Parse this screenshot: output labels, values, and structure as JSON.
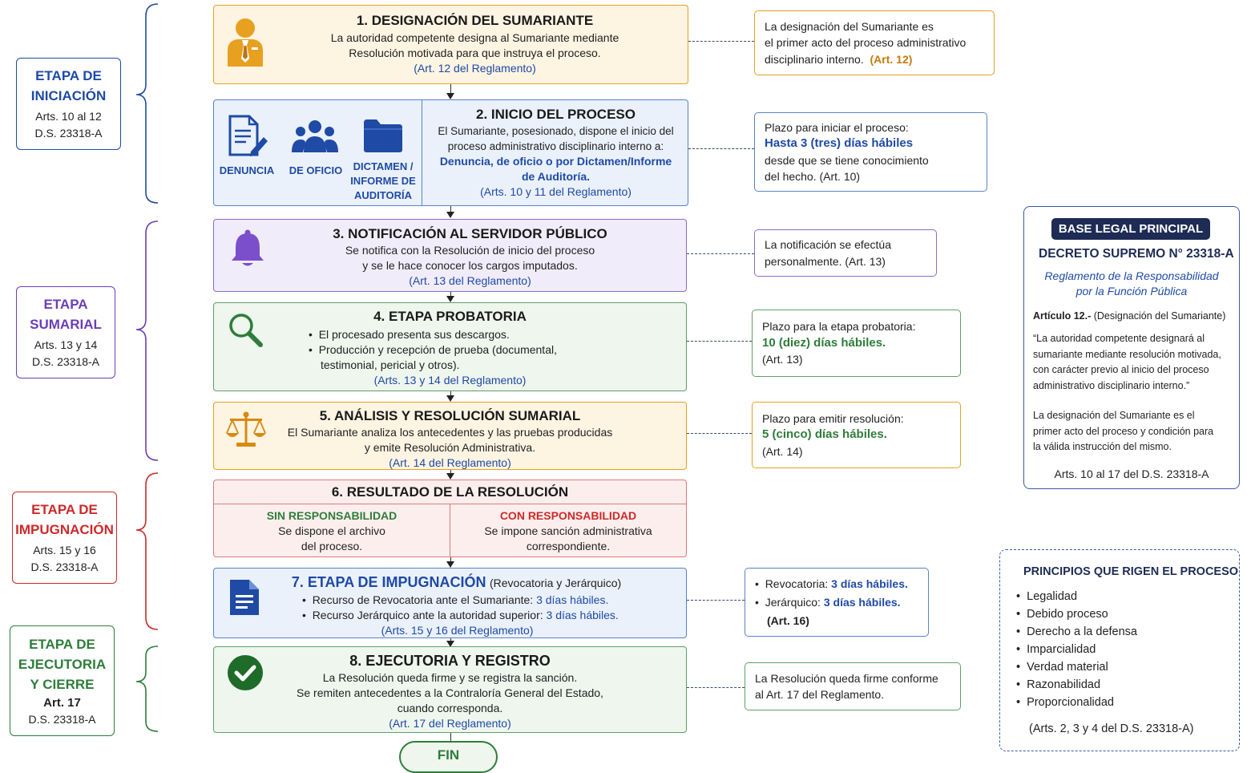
{
  "stages": [
    {
      "id": "iniciacion",
      "title1": "ETAPA DE",
      "title2": "INICIACIÓN",
      "ref1": "Arts. 10 al 12",
      "ref2": "D.S. 23318-A",
      "color": "#1f4aa5"
    },
    {
      "id": "sumarial",
      "title1": "ETAPA",
      "title2": "SUMARIAL",
      "ref1": "Arts. 13 y 14",
      "ref2": "D.S. 23318-A",
      "color": "#6a3fb5"
    },
    {
      "id": "impugnacion",
      "title1": "ETAPA DE",
      "title2": "IMPUGNACIÓN",
      "ref1": "Arts. 15 y 16",
      "ref2": "D.S. 23318-A",
      "color": "#cc2a2a"
    },
    {
      "id": "ejecutoria",
      "title1": "ETAPA DE",
      "title2": "EJECUTORIA",
      "title3": "Y CIERRE",
      "ref1": "Art. 17",
      "ref2": "D.S. 23318-A",
      "color": "#2e7d3a"
    }
  ],
  "steps": {
    "s1": {
      "title": "1. DESIGNACIÓN DEL SUMARIANTE",
      "line1": "La autoridad competente designa al Sumariante mediante",
      "line2": "Resolución motivada para que instruya el proceso.",
      "ref": "(Art. 12 del Reglamento)"
    },
    "s2": {
      "title": "2. INICIO DEL PROCESO",
      "line1": "El Sumariante, posesionado, dispone el inicio del",
      "line2": "proceso administrativo disciplinario interno a:",
      "hl1": "Denuncia, de oficio o por Dictamen/Informe",
      "hl2": "de Auditoría.",
      "ref": "(Arts. 10 y 11 del Reglamento)",
      "icon_labels": {
        "denuncia": "DENUNCIA",
        "oficio": "DE OFICIO",
        "dictamen1": "DICTAMEN /",
        "dictamen2": "INFORME DE",
        "dictamen3": "AUDITORÍA"
      }
    },
    "s3": {
      "title": "3. NOTIFICACIÓN AL SERVIDOR PÚBLICO",
      "line1": "Se notifica con la Resolución de inicio del proceso",
      "line2": "y se le hace conocer los cargos imputados.",
      "ref": "(Art. 13 del Reglamento)"
    },
    "s4": {
      "title": "4. ETAPA PROBATORIA",
      "bullet1": "El procesado presenta sus descargos.",
      "bullet2a": "Producción y recepción de prueba (documental,",
      "bullet2b": "testimonial, pericial y otros).",
      "ref": "(Arts. 13 y 14 del Reglamento)"
    },
    "s5": {
      "title": "5. ANÁLISIS Y RESOLUCIÓN SUMARIAL",
      "line1": "El Sumariante analiza los antecedentes y las pruebas producidas",
      "line2": "y emite Resolución Administrativa.",
      "ref": "(Art. 14 del Reglamento)"
    },
    "s6": {
      "title": "6. RESULTADO DE LA RESOLUCIÓN",
      "left_head": "SIN RESPONSABILIDAD",
      "left1": "Se dispone el archivo",
      "left2": "del proceso.",
      "right_head": "CON RESPONSABILIDAD",
      "right1": "Se impone sanción administrativa",
      "right2": "correspondiente."
    },
    "s7": {
      "title": "7. ETAPA DE IMPUGNACIÓN",
      "title_suffix": "(Revocatoria y Jerárquico)",
      "b1": "Recurso de Revocatoria ante el Sumariante:",
      "b1v": "3 días hábiles.",
      "b2": "Recurso Jerárquico ante la autoridad superior:",
      "b2v": "3 días hábiles.",
      "ref": "(Arts. 15 y 16 del Reglamento)"
    },
    "s8": {
      "title": "8. EJECUTORIA Y REGISTRO",
      "line1": "La Resolución queda firme y se registra la sanción.",
      "line2": "Se remiten antecedentes a la Contraloría General del Estado,",
      "line3": "cuando corresponda.",
      "ref": "(Art. 17 del Reglamento)"
    },
    "fin": "FIN"
  },
  "notes": {
    "n1": {
      "l1": "La designación del Sumariante es",
      "l2": "el primer acto del proceso administrativo",
      "l3": "disciplinario interno.",
      "hl": "(Art. 12)"
    },
    "n2": {
      "l1": "Plazo para iniciar el proceso:",
      "hl": "Hasta 3 (tres) días hábiles",
      "l2": "desde que se tiene conocimiento",
      "l3": "del hecho. (Art. 10)"
    },
    "n3": {
      "l1": "La notificación se efectúa",
      "l2": "personalmente.  (Art. 13)"
    },
    "n4": {
      "l1": "Plazo para la etapa probatoria:",
      "hl": "10 (diez) días hábiles.",
      "l2": "(Art. 13)"
    },
    "n5": {
      "l1": "Plazo para emitir resolución:",
      "hl": "5 (cinco) días hábiles.",
      "l2": "(Art. 14)"
    },
    "n7": {
      "b1": "Revocatoria:",
      "b1v": "3 días hábiles.",
      "b2": "Jerárquico:",
      "b2v": "3 días hábiles.",
      "l3": "(Art. 16)"
    },
    "n8": {
      "l1": "La Resolución queda firme conforme",
      "l2": "al Art. 17 del Reglamento."
    }
  },
  "legal": {
    "badge": "BASE LEGAL PRINCIPAL",
    "decree": "DECRETO SUPREMO N° 23318-A",
    "sub1": "Reglamento de la Responsabilidad",
    "sub2": "por la Función Pública",
    "article_head": "Artículo 12.-",
    "article_head_rest": " (Designación del Sumariante)",
    "quote1": "“La autoridad competente designará al",
    "quote2": "sumariante mediante resolución motivada,",
    "quote3": "con carácter previo al inicio del proceso",
    "quote4": "administrativo disciplinario interno.”",
    "p1": "La designación del Sumariante es el",
    "p2": "primer acto del proceso y condición para",
    "p3": "la válida instrucción del mismo.",
    "footer": "Arts. 10 al 17 del D.S. 23318-A"
  },
  "principles": {
    "title": "PRINCIPIOS QUE RIGEN EL PROCESO",
    "items": [
      "Legalidad",
      "Debido proceso",
      "Derecho a la defensa",
      "Imparcialidad",
      "Verdad material",
      "Razonabilidad",
      "Proporcionalidad"
    ],
    "footer": "(Arts. 2, 3 y 4 del D.S. 23318-A)"
  },
  "colors": {
    "blue": "#1f4aa5",
    "purple": "#6a3fb5",
    "red": "#cc2a2a",
    "green": "#2e7d3a",
    "orange": "#e8a020",
    "navy": "#1e2b55"
  }
}
